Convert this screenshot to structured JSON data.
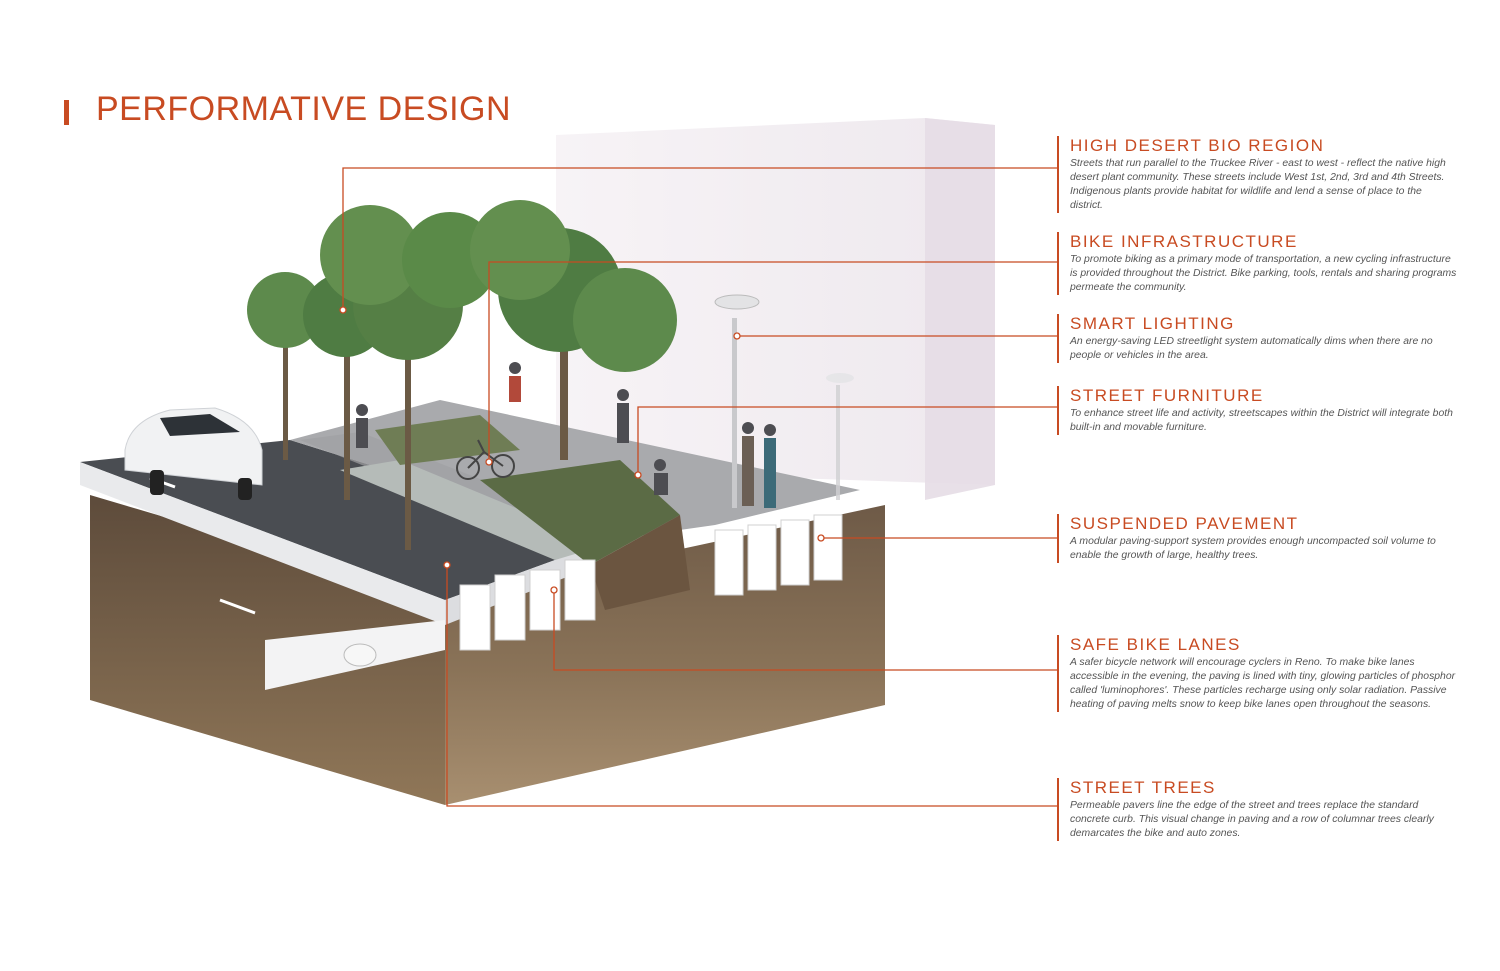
{
  "title": "PERFORMATIVE DESIGN",
  "colors": {
    "accent": "#c84b22",
    "body_text": "#555555"
  },
  "annotations": [
    {
      "title": "HIGH DESERT BIO REGION",
      "body": "Streets that run parallel to the Truckee River - east to west - reflect the native high desert plant community. These streets include West 1st, 2nd, 3rd and 4th Streets. Indigenous plants provide habitat for wildlife and lend a sense of place to the district."
    },
    {
      "title": "BIKE INFRASTRUCTURE",
      "body": "To promote biking as a primary mode of transportation, a new cycling infrastructure is provided throughout the District.  Bike parking, tools, rentals and sharing programs permeate the community."
    },
    {
      "title": "SMART LIGHTING",
      "body": "An energy-saving LED streetlight system automatically dims when there are no people or vehicles in the area."
    },
    {
      "title": "STREET FURNITURE",
      "body": "To enhance street life and activity, streetscapes within the District will integrate both built-in and movable furniture."
    },
    {
      "title": "SUSPENDED PAVEMENT",
      "body": "A modular paving-support system provides enough uncompacted soil volume to enable the growth of large, healthy trees."
    },
    {
      "title": "SAFE BIKE LANES",
      "body": "A safer bicycle network will encourage cyclers in Reno.  To make bike lanes accessible in the evening, the paving is lined with tiny, glowing particles of phosphor called 'luminophores'.  These particles recharge using only solar radiation.  Passive heating of paving melts snow to keep bike lanes open throughout the seasons."
    },
    {
      "title": "STREET TREES",
      "body": "Permeable pavers line the edge of the street and trees replace the standard concrete curb.  This visual change in paving and a row of columnar trees clearly demarcates the bike and auto zones."
    }
  ]
}
